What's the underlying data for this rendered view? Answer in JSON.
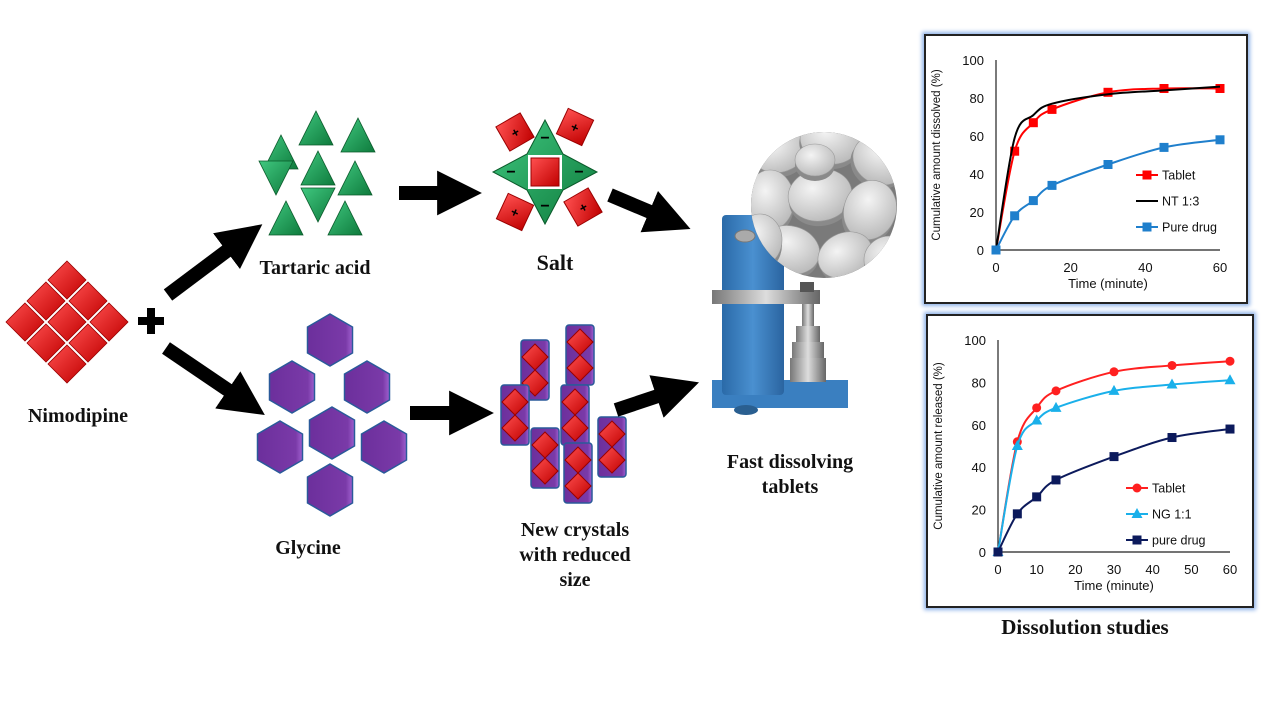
{
  "labels": {
    "nimodipine": "Nimodipine",
    "tartaric_acid": "Tartaric acid",
    "glycine": "Glycine",
    "salt": "Salt",
    "new_crystals": [
      "New crystals",
      "with reduced",
      "size"
    ],
    "fast_dissolving": [
      "Fast dissolving",
      "tablets"
    ],
    "dissolution_studies": "Dissolution studies",
    "plus": "+",
    "minus": "−"
  },
  "colors": {
    "nimodipine_red": "#e00000",
    "tartaric_green": "#1fa055",
    "glycine_purple": "#7a3aa8",
    "press_blue": "#3a7fc0",
    "chart_border_glow": "#8fb2e8"
  },
  "chart_data": [
    {
      "type": "line",
      "title": "",
      "xlabel": "Time (minute)",
      "ylabel": "Cumulative amount dissolved (%)",
      "xlim": [
        0,
        60
      ],
      "ylim": [
        0,
        100
      ],
      "xticks": [
        0,
        20,
        40,
        60
      ],
      "yticks": [
        0,
        20,
        40,
        60,
        80,
        100
      ],
      "grid": false,
      "legend": "right",
      "x": [
        0,
        5,
        10,
        15,
        30,
        45,
        60
      ],
      "series": [
        {
          "name": "Tablet",
          "color": "#ff0000",
          "marker": "square",
          "values": [
            0,
            52,
            67,
            74,
            83,
            85,
            85
          ]
        },
        {
          "name": "NT 1:3",
          "color": "#000000",
          "marker": "none",
          "values": [
            0,
            59,
            71,
            77,
            82,
            84,
            86
          ]
        },
        {
          "name": "Pure drug",
          "color": "#1f7fcc",
          "marker": "square",
          "values": [
            0,
            18,
            26,
            34,
            45,
            54,
            58
          ]
        }
      ]
    },
    {
      "type": "line",
      "title": "",
      "xlabel": "Time (minute)",
      "ylabel": "Cumulative amount released (%)",
      "xlim": [
        0,
        60
      ],
      "ylim": [
        0,
        100
      ],
      "xticks": [
        0,
        10,
        20,
        30,
        40,
        50,
        60
      ],
      "yticks": [
        0,
        20,
        40,
        60,
        80,
        100
      ],
      "grid": false,
      "legend": "right",
      "x": [
        0,
        5,
        10,
        15,
        30,
        45,
        60
      ],
      "series": [
        {
          "name": "Tablet",
          "color": "#ff2020",
          "marker": "circle",
          "values": [
            0,
            52,
            68,
            76,
            85,
            88,
            90
          ]
        },
        {
          "name": "NG 1:1",
          "color": "#1ab0ea",
          "marker": "triangle",
          "values": [
            0,
            50,
            62,
            68,
            76,
            79,
            81
          ]
        },
        {
          "name": "pure drug",
          "color": "#0c1a5c",
          "marker": "square",
          "values": [
            0,
            18,
            26,
            34,
            45,
            54,
            58
          ]
        }
      ]
    }
  ]
}
